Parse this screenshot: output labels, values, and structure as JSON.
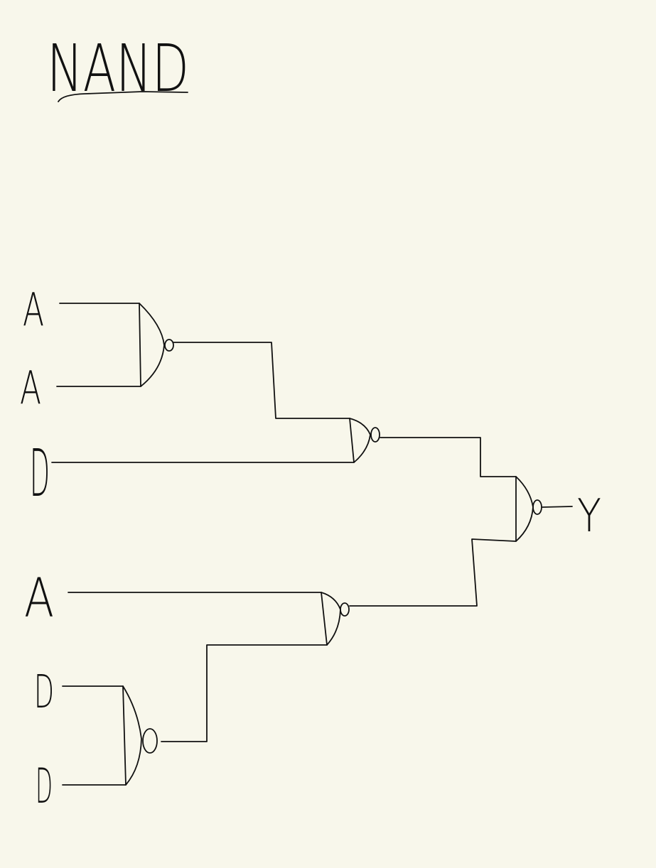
{
  "title": "NAND",
  "inputs": [
    "A",
    "A",
    "D",
    "A",
    "D",
    "D"
  ],
  "output": "Y",
  "colors": {
    "background": "#f8f7eb",
    "ink": "#111111"
  }
}
